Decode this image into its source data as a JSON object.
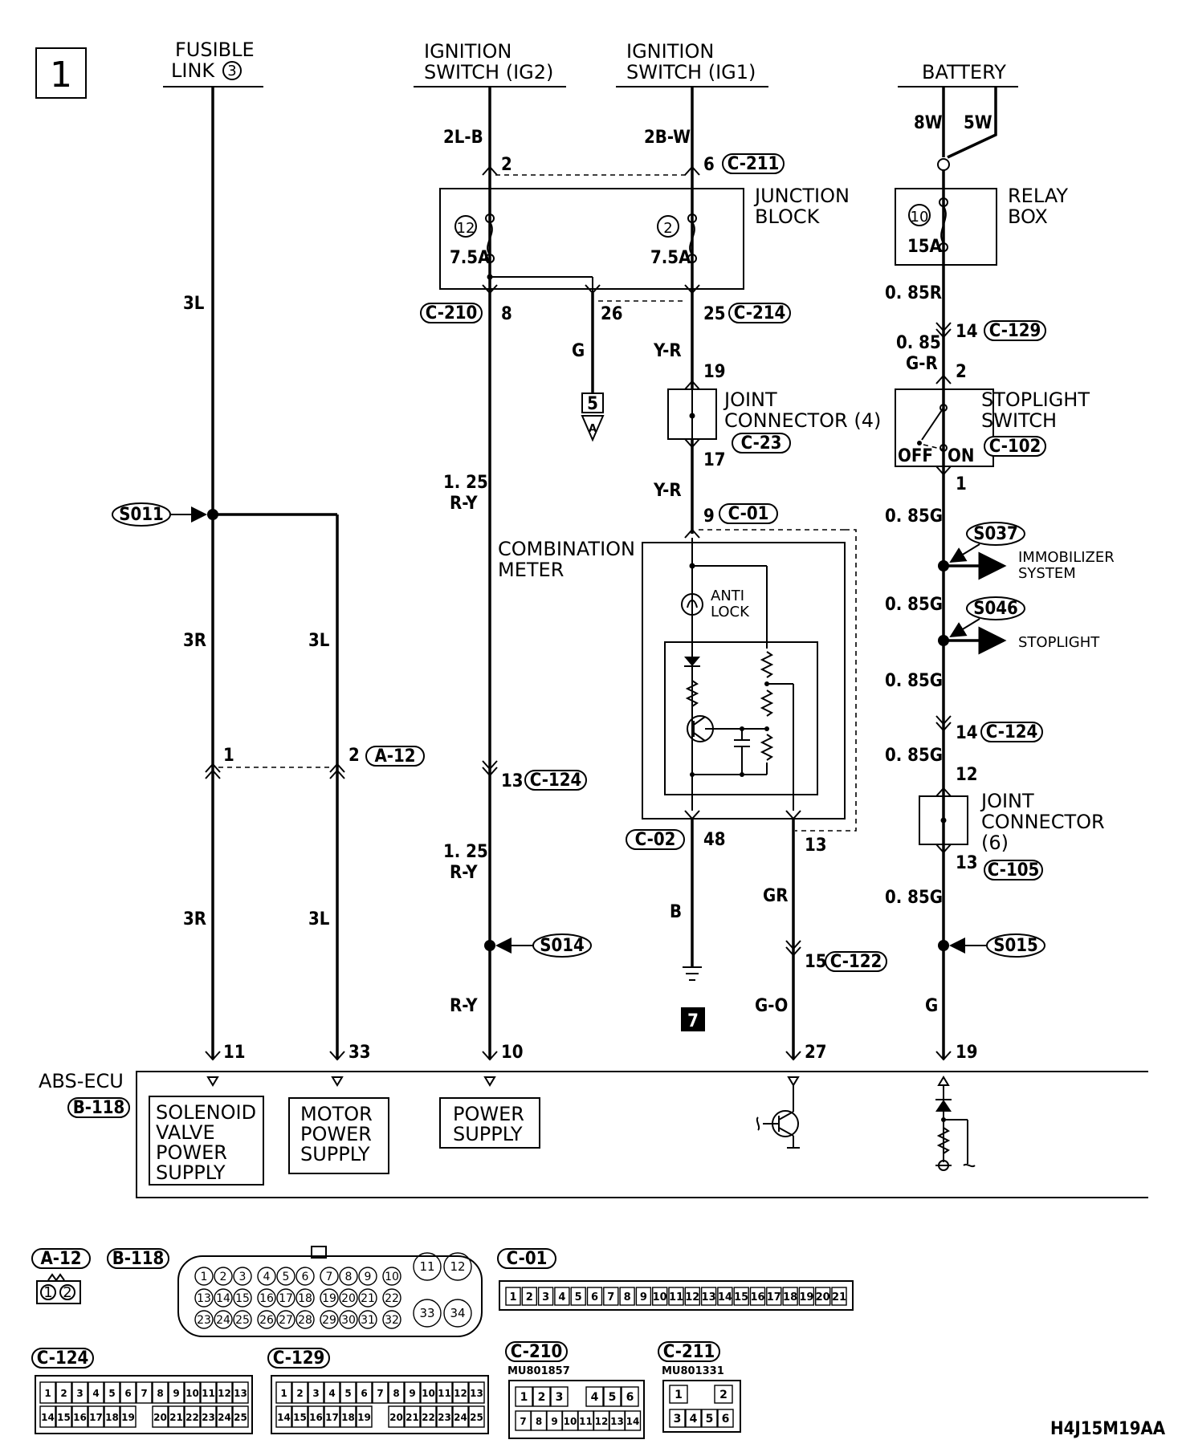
{
  "page": {
    "number": "1",
    "code": "H4J15M19AA"
  },
  "sources": {
    "fusible": "FUSIBLE",
    "link": "LINK",
    "link_num": "3",
    "ig2_a": "IGNITION",
    "ig2_b": "SWITCH (IG2)",
    "ig1_a": "IGNITION",
    "ig1_b": "SWITCH (IG1)",
    "battery": "BATTERY"
  },
  "components": {
    "junction_a": "JUNCTION",
    "junction_b": "BLOCK",
    "relay_a": "RELAY",
    "relay_b": "BOX",
    "jc4_a": "JOINT",
    "jc4_b": "CONNECTOR (4)",
    "stop_a": "STOPLIGHT",
    "stop_b": "SWITCH",
    "meter_a": "COMBINATION",
    "meter_b": "METER",
    "anti": "ANTI",
    "lock": "LOCK",
    "jc6_a": "JOINT",
    "jc6_b": "CONNECTOR",
    "jc6_c": "(6)",
    "off": "OFF",
    "on": "ON",
    "immob_a": "IMMOBILIZER",
    "immob_b": "SYSTEM",
    "stoplight": "STOPLIGHT",
    "abs_ecu": "ABS-ECU",
    "sol_1": "SOLENOID",
    "sol_2": "VALVE",
    "sol_3": "POWER",
    "sol_4": "SUPPLY",
    "mot_1": "MOTOR",
    "mot_2": "POWER",
    "mot_3": "SUPPLY",
    "pwr_1": "POWER",
    "pwr_2": "SUPPLY"
  },
  "fuses": {
    "f12": "12",
    "f12_amp": "7.5A",
    "f2": "2",
    "f2_amp": "7.5A",
    "f10": "10",
    "f10_amp": "15A"
  },
  "wires": {
    "w3L_top": "3L",
    "w3R_mid": "3R",
    "w3L_mid": "3L",
    "w3R_low": "3R",
    "w3L_low": "3L",
    "w2LB": "2L-B",
    "w125RY_1a": "1. 25",
    "w125RY_1b": "R-Y",
    "w125RY_2a": "1. 25",
    "w125RY_2b": "R-Y",
    "wRY": "R-Y",
    "w2BW": "2B-W",
    "wG": "G",
    "wYR1": "Y-R",
    "wYR2": "Y-R",
    "wB": "B",
    "wGR": "GR",
    "wGO": "G-O",
    "w8W": "8W",
    "w5W": "5W",
    "w085R": "0. 85R",
    "w085GR_a": "0. 85",
    "w085GR_b": "G-R",
    "w085G_1": "0. 85G",
    "w085G_2": "0. 85G",
    "w085G_3": "0. 85G",
    "w085G_4": "0. 85G",
    "w085G_5": "0. 85G",
    "wGfinal": "G"
  },
  "pins": {
    "p2": "2",
    "p6": "6",
    "p8": "8",
    "p26": "26",
    "p25": "25",
    "p19": "19",
    "p17": "17",
    "p9": "9",
    "p48": "48",
    "p13m": "13",
    "p13": "13",
    "p15": "15",
    "p14a": "14",
    "p2s": "2",
    "p1s": "1",
    "p14b": "14",
    "p12": "12",
    "p13b": "13",
    "p1a": "1",
    "p2a": "2",
    "p11": "11",
    "p33": "33",
    "p10": "10",
    "p27": "27",
    "p19e": "19"
  },
  "connectors": {
    "c211": "C-211",
    "c210": "C-210",
    "c214": "C-214",
    "c23": "C-23",
    "c01": "C-01",
    "c02": "C-02",
    "c124a": "C-124",
    "c122": "C-122",
    "c129": "C-129",
    "c102": "C-102",
    "c124b": "C-124",
    "c105": "C-105",
    "a12": "A-12",
    "b118": "B-118"
  },
  "splices": {
    "s011": "S011",
    "s014": "S014",
    "s015": "S015",
    "s037": "S037",
    "s046": "S046"
  },
  "refs": {
    "ref5": "5",
    "refA": "A",
    "ref7": "7"
  },
  "views": {
    "a12": "A-12",
    "b118": "B-118",
    "c01": "C-01",
    "c124": "C-124",
    "c129": "C-129",
    "c210": "C-210",
    "c211": "C-211",
    "mu_210": "MU801857",
    "mu_211": "MU801331"
  }
}
